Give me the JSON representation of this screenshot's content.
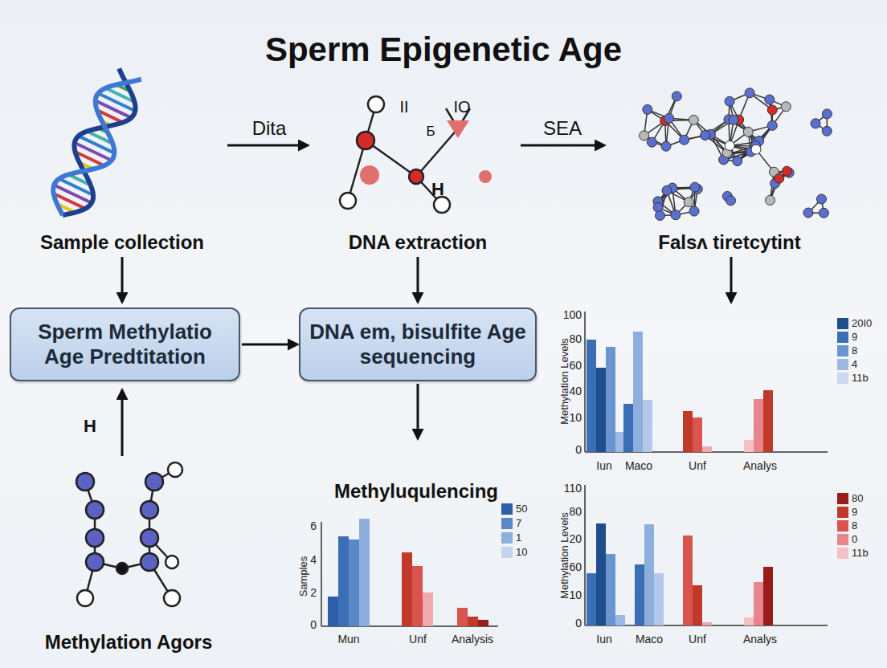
{
  "diagram": {
    "title": "Sperm Epigenetic Age",
    "nodes": [
      {
        "text": [
          "Sperm Methylatio Age Predtitation"
        ]
      },
      {
        "text": [
          "DNA em, bisulfite Age sequencing"
        ]
      }
    ],
    "edges": [
      {
        "from": 0,
        "to": 1,
        "arrow": "to"
      }
    ],
    "labels": [
      "Dita",
      "SEA",
      "II",
      "IO",
      "Б",
      "H",
      "Sample collection",
      "DNA extraction",
      "Falsʌ tiretcytint",
      "H",
      "Methylation Agors",
      "Methyluqulencing",
      "Methylation Levels",
      "100",
      "80",
      "60",
      "40",
      "10",
      "0",
      "Iun",
      "Maco",
      "Unf",
      "Analys",
      "Samples",
      "6",
      "4",
      "2",
      "0",
      "Mun",
      "Unf",
      "Analysis",
      "Methylation Levels",
      "110",
      "80",
      "20",
      "60",
      "10",
      "0",
      "Iun",
      "Maco",
      "Unf",
      "Analys"
    ],
    "legend": [
      {
        "text": "20I0",
        "color": "#1f4e8c"
      },
      {
        "text": "9",
        "color": "#3a6fb5"
      },
      {
        "text": "8",
        "color": "#6b95d0"
      },
      {
        "text": "4",
        "color": "#9db8e2"
      },
      {
        "text": "11b",
        "color": "#cbd9f0"
      },
      {
        "text": "50",
        "color": "#2d5fa8"
      },
      {
        "text": "7",
        "color": "#5b86c8"
      },
      {
        "text": "1",
        "color": "#8eaede"
      },
      {
        "text": "10",
        "color": "#c3d4ef"
      },
      {
        "text": "80",
        "color": "#9c1c1c"
      },
      {
        "text": "9",
        "color": "#c0392b"
      },
      {
        "text": "8",
        "color": "#d9534f"
      },
      {
        "text": "0",
        "color": "#e8858a"
      },
      {
        "text": "11b",
        "color": "#f4c1c4"
      }
    ]
  }
}
